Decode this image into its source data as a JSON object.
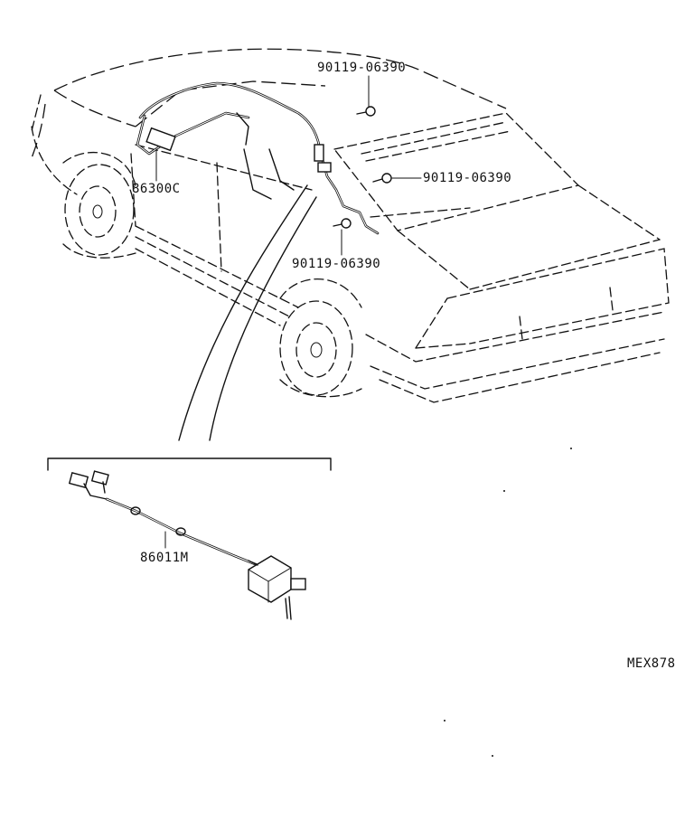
{
  "callouts": {
    "bolt_top": "90119-06390",
    "bolt_right": "90119-06390",
    "bolt_lower": "90119-06390",
    "antenna_cord": "86300C",
    "harness_assy": "86011M",
    "diagram_code": "MEX878"
  }
}
